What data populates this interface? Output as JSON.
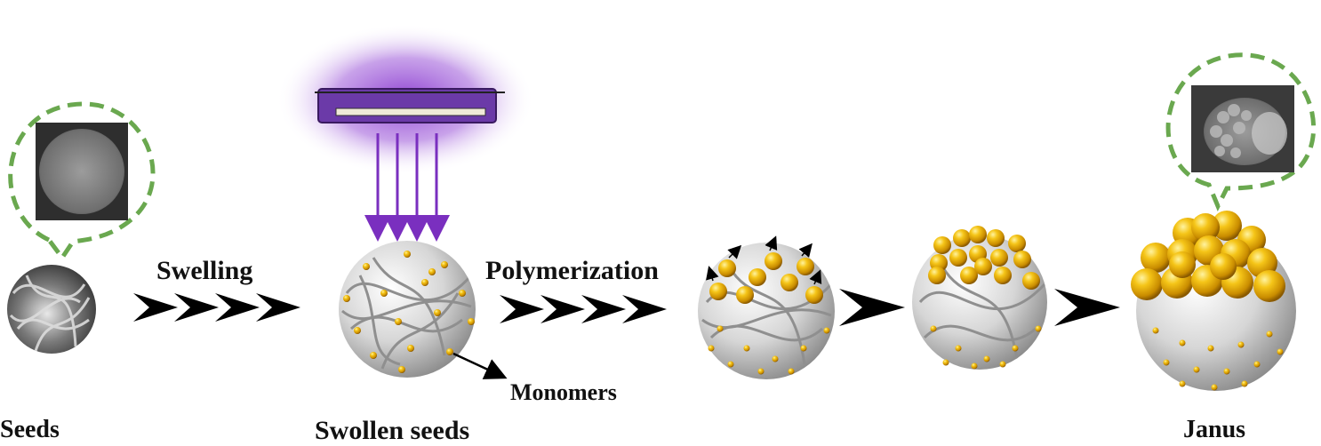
{
  "labels": {
    "seeds": "Seeds",
    "swelling": "Swelling",
    "swollen_seeds": "Swollen seeds",
    "polymerization": "Polymerization",
    "monomers": "Monomers",
    "janus": "Janus"
  },
  "colors": {
    "callout_dash": "#6aa84f",
    "uv_glow": "#8a3ad0",
    "uv_arrow": "#7a2fbf",
    "lamp_body": "#6b3aa8",
    "gold": "#f2b705",
    "gold_dark": "#b07a00",
    "sphere_light": "#f4f4f4",
    "sphere_dark": "#9a9a9a",
    "chevron": "#000000"
  },
  "icons": {
    "uv_lamp": "uv-lamp-icon",
    "chevron_arrow": "chevron-arrow-icon"
  }
}
